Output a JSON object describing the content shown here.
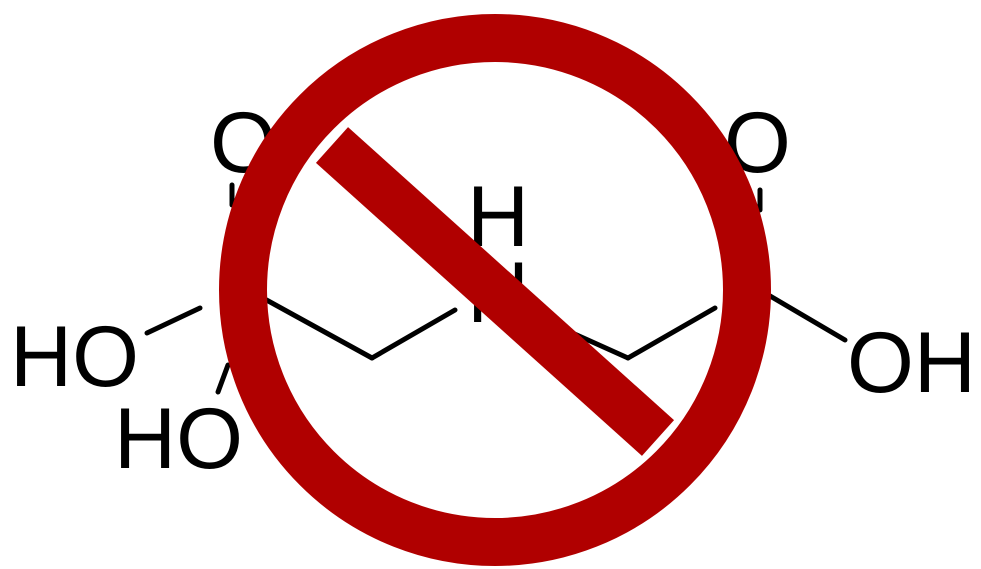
{
  "atoms": {
    "o_left": "O",
    "o_right": "O",
    "h_center": "H",
    "n_center": "N",
    "ho_left_upper": "HO",
    "ho_left_lower": "HO",
    "oh_right": "OH"
  },
  "colors": {
    "ink": "#000000",
    "prohibition": "#b00000",
    "background": "#ffffff"
  },
  "icons": {
    "overlay": "prohibition-sign-icon"
  }
}
